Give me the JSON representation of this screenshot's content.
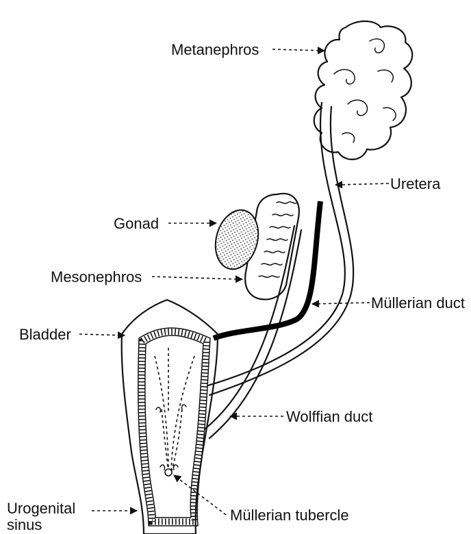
{
  "labels": {
    "metanephros": "Metanephros",
    "uretera": "Uretera",
    "gonad": "Gonad",
    "mesonephros": "Mesonephros",
    "mullerian_duct": "Müllerian duct",
    "bladder": "Bladder",
    "wolffian_duct": "Wolffian duct",
    "urogenital_line1": "Urogenital",
    "urogenital_line2": "sinus",
    "mullerian_tubercle": "Müllerian tubercle"
  }
}
